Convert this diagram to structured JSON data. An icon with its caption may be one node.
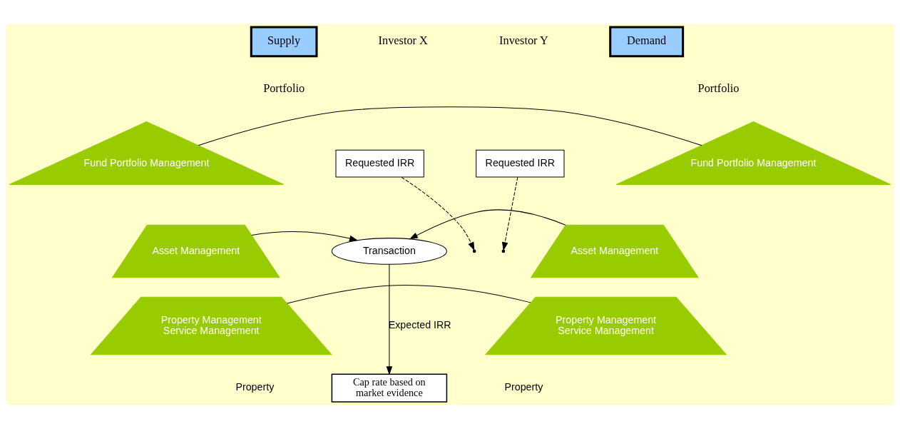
{
  "diagram": {
    "nodes": [
      {
        "text": [
          "Supply"
        ]
      },
      {
        "text": [
          "Demand"
        ]
      },
      {
        "text": [
          "Fund Portfolio Management"
        ]
      },
      {
        "text": [
          "Asset Management"
        ]
      },
      {
        "text": [
          "Property Management",
          "Service Management"
        ]
      },
      {
        "text": [
          "Fund Portfolio Management"
        ]
      },
      {
        "text": [
          "Asset Management"
        ]
      },
      {
        "text": [
          "Property Management",
          "Service Management"
        ]
      },
      {
        "text": [
          "Requested IRR"
        ]
      },
      {
        "text": [
          "Requested IRR"
        ]
      },
      {
        "text": [
          "Transaction"
        ]
      },
      {
        "text": [
          "Cap rate based on market evidence"
        ]
      }
    ],
    "edges": [
      {
        "from": 2,
        "to": 5,
        "arrow": "none"
      },
      {
        "from": 8,
        "to": null,
        "arrow": "to",
        "style": "dashed"
      },
      {
        "from": 9,
        "to": null,
        "arrow": "to",
        "style": "dashed"
      },
      {
        "from": 3,
        "to": 10,
        "arrow": "to"
      },
      {
        "from": 6,
        "to": 10,
        "arrow": "to"
      },
      {
        "from": 4,
        "to": 7,
        "arrow": "none"
      },
      {
        "from": 10,
        "to": 11,
        "label": "Expected IRR",
        "arrow": "to"
      }
    ],
    "labels": [
      "Investor X",
      "Portfolio",
      "Investor Y",
      "Portfolio",
      "Property",
      "Property"
    ]
  }
}
